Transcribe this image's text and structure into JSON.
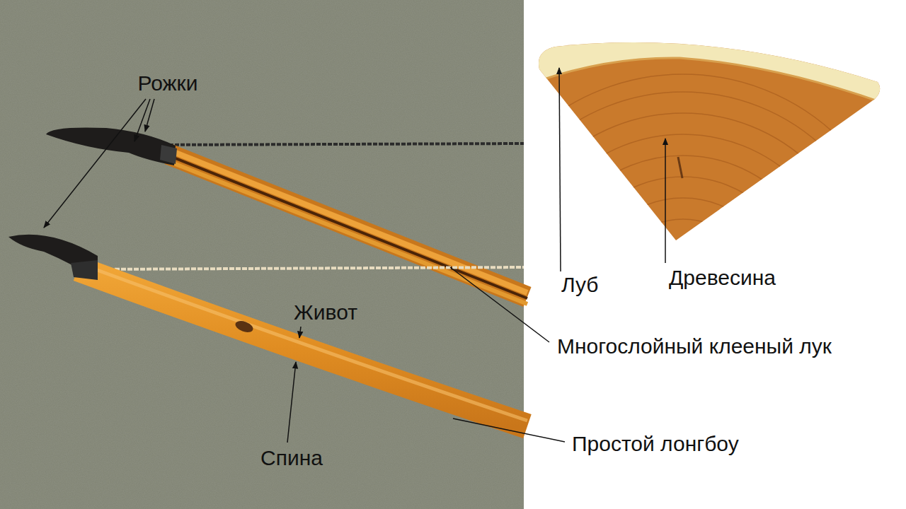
{
  "diagram": {
    "labels": [
      "Рожки",
      "Живот",
      "Спина",
      "Многослойный клееный лук",
      "Простой лонгбоу",
      "Луб",
      "Древесина"
    ]
  }
}
